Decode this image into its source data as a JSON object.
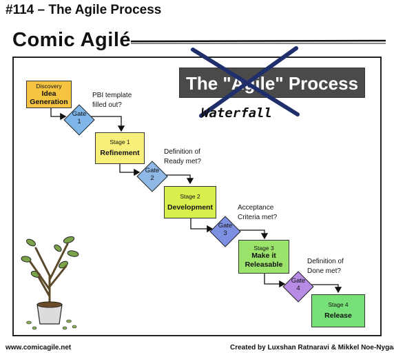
{
  "header": {
    "episode_title": "#114 – The Agile Process",
    "brand": "Comic Agilé"
  },
  "banner": {
    "crossed_title": "The \"Agile\" Process",
    "replacement": "Waterfall"
  },
  "stages": [
    {
      "small": "Discovery",
      "big_line1": "Idea",
      "big_line2": "Generation",
      "color": "#f5c542"
    },
    {
      "small": "Stage 1",
      "big_line1": "Refinement",
      "big_line2": "",
      "color": "#f7ef7a"
    },
    {
      "small": "Stage 2",
      "big_line1": "Development",
      "big_line2": "",
      "color": "#d8ef4e"
    },
    {
      "small": "Stage 3",
      "big_line1": "Make it",
      "big_line2": "Releasable",
      "color": "#9be36a"
    },
    {
      "small": "Stage 4",
      "big_line1": "Release",
      "big_line2": "",
      "color": "#78e078"
    }
  ],
  "gates": [
    {
      "label": "Gate",
      "number": "1",
      "color": "#7fb6ea"
    },
    {
      "label": "Gate",
      "number": "2",
      "color": "#8fb8e6"
    },
    {
      "label": "Gate",
      "number": "3",
      "color": "#7c8fe0"
    },
    {
      "label": "Gate",
      "number": "4",
      "color": "#b68be3"
    }
  ],
  "notes": [
    {
      "line1": "PBI template",
      "line2": "filled out?"
    },
    {
      "line1": "Definition of",
      "line2": "Ready met?"
    },
    {
      "line1": "Acceptance",
      "line2": "Criteria met?"
    },
    {
      "line1": "Definition of",
      "line2": "Done met?"
    }
  ],
  "footer": {
    "website": "www.comicagile.net",
    "credits": "Created by Luxshan Ratnaravi & Mikkel Noe-Nygaard"
  },
  "colors": {
    "cross": "#1f2f6b"
  }
}
